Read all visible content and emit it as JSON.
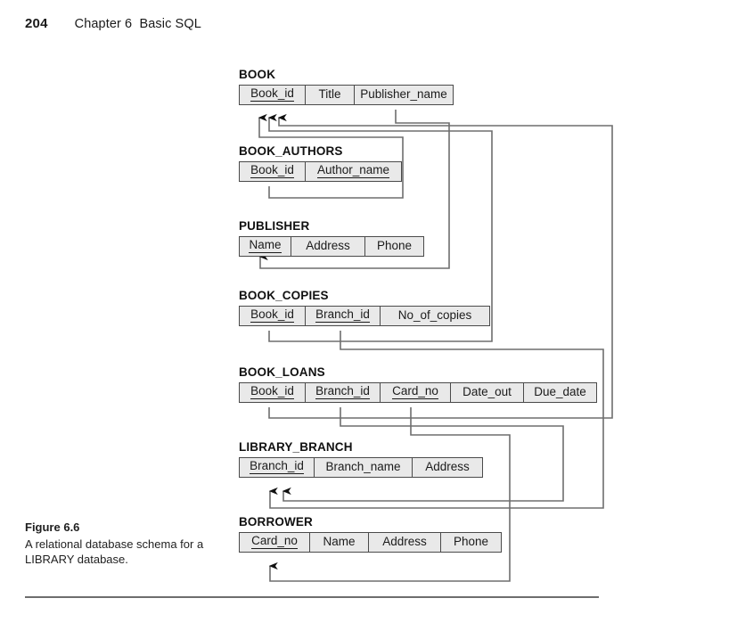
{
  "page": {
    "number": "204",
    "chapter": "Chapter 6  Basic SQL"
  },
  "figure": {
    "label": "Figure 6.6",
    "caption": "A relational database schema for a LIBRARY database."
  },
  "diagram": {
    "type": "relational-schema",
    "notation": "underline = primary key, arrow = foreign key reference",
    "relations": [
      {
        "name": "BOOK",
        "attributes": [
          {
            "label": "Book_id",
            "primary_key": true
          },
          {
            "label": "Title",
            "primary_key": false
          },
          {
            "label": "Publisher_name",
            "primary_key": false
          }
        ]
      },
      {
        "name": "BOOK_AUTHORS",
        "attributes": [
          {
            "label": "Book_id",
            "primary_key": true
          },
          {
            "label": "Author_name",
            "primary_key": true
          }
        ]
      },
      {
        "name": "PUBLISHER",
        "attributes": [
          {
            "label": "Name",
            "primary_key": true
          },
          {
            "label": "Address",
            "primary_key": false
          },
          {
            "label": "Phone",
            "primary_key": false
          }
        ]
      },
      {
        "name": "BOOK_COPIES",
        "attributes": [
          {
            "label": "Book_id",
            "primary_key": true
          },
          {
            "label": "Branch_id",
            "primary_key": true
          },
          {
            "label": "No_of_copies",
            "primary_key": false
          }
        ]
      },
      {
        "name": "BOOK_LOANS",
        "attributes": [
          {
            "label": "Book_id",
            "primary_key": true
          },
          {
            "label": "Branch_id",
            "primary_key": true
          },
          {
            "label": "Card_no",
            "primary_key": true
          },
          {
            "label": "Date_out",
            "primary_key": false
          },
          {
            "label": "Due_date",
            "primary_key": false
          }
        ]
      },
      {
        "name": "LIBRARY_BRANCH",
        "attributes": [
          {
            "label": "Branch_id",
            "primary_key": true
          },
          {
            "label": "Branch_name",
            "primary_key": false
          },
          {
            "label": "Address",
            "primary_key": false
          }
        ]
      },
      {
        "name": "BORROWER",
        "attributes": [
          {
            "label": "Card_no",
            "primary_key": true
          },
          {
            "label": "Name",
            "primary_key": false
          },
          {
            "label": "Address",
            "primary_key": false
          },
          {
            "label": "Phone",
            "primary_key": false
          }
        ]
      }
    ],
    "foreign_keys": [
      {
        "from_relation": "BOOK_AUTHORS",
        "from_attribute": "Book_id",
        "to_relation": "BOOK",
        "to_attribute": "Book_id"
      },
      {
        "from_relation": "BOOK",
        "from_attribute": "Publisher_name",
        "to_relation": "PUBLISHER",
        "to_attribute": "Name"
      },
      {
        "from_relation": "BOOK_COPIES",
        "from_attribute": "Book_id",
        "to_relation": "BOOK",
        "to_attribute": "Book_id"
      },
      {
        "from_relation": "BOOK_COPIES",
        "from_attribute": "Branch_id",
        "to_relation": "LIBRARY_BRANCH",
        "to_attribute": "Branch_id"
      },
      {
        "from_relation": "BOOK_LOANS",
        "from_attribute": "Book_id",
        "to_relation": "BOOK",
        "to_attribute": "Book_id"
      },
      {
        "from_relation": "BOOK_LOANS",
        "from_attribute": "Branch_id",
        "to_relation": "LIBRARY_BRANCH",
        "to_attribute": "Branch_id"
      },
      {
        "from_relation": "BOOK_LOANS",
        "from_attribute": "Card_no",
        "to_relation": "BORROWER",
        "to_attribute": "Card_no"
      }
    ]
  },
  "colors": {
    "cell_fill": "#e9e9e9",
    "cell_border": "#4a4a4a",
    "connector": "#6e6e6e",
    "text": "#1b1b1b",
    "rule": "#6e6e6e"
  }
}
